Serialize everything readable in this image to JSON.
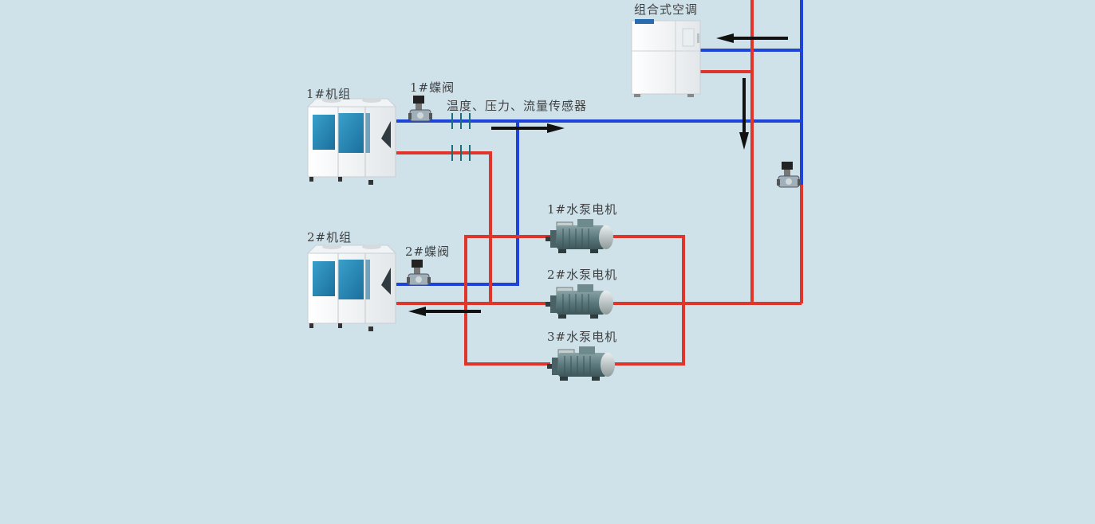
{
  "labels": {
    "ahu": "组合式空调",
    "unit1": "1#机组",
    "unit2": "2#机组",
    "valve1": "1#蝶阀",
    "valve2": "2#蝶阀",
    "sensors": "温度、压力、流量传感器",
    "pump1": "1#水泵电机",
    "pump2": "2#水泵电机",
    "pump3": "3#水泵电机"
  },
  "colors": {
    "background": "#cfe2ea",
    "supply_pipe": "#e0352b",
    "return_pipe": "#1e43d8",
    "arrow": "#111111",
    "coil": "#2a8ab8",
    "motor": "#5c7a7e"
  },
  "icons": {
    "chiller": "chiller-unit-icon",
    "ahu": "air-handling-unit-icon",
    "valve": "butterfly-valve-icon",
    "motor": "pump-motor-icon",
    "sensor": "sensor-tick-icon",
    "arrow": "flow-arrow-icon"
  }
}
